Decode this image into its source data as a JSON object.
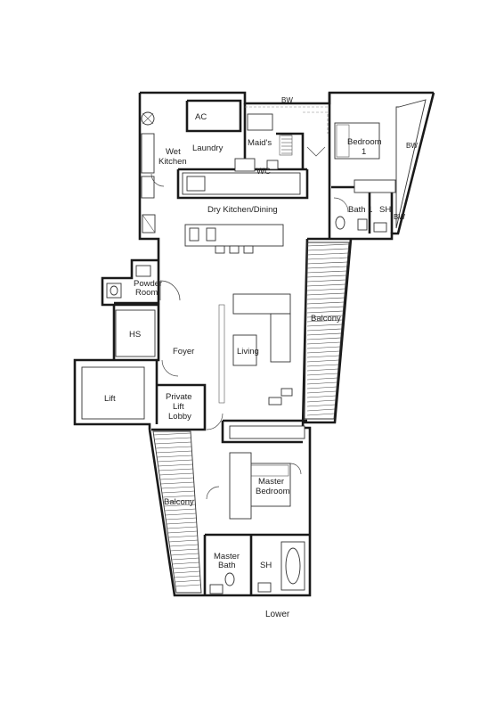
{
  "rooms": {
    "ac": "AC",
    "bw_top": "BW",
    "wet_kitchen_line1": "Wet",
    "wet_kitchen_line2": "Kitchen",
    "laundry": "Laundry",
    "maids": "Maid's",
    "wc": "WC",
    "bedroom1_line1": "Bedroom",
    "bedroom1_line2": "1",
    "bw_right": "BW",
    "dry_kitchen": "Dry Kitchen/Dining",
    "bath1": "Bath 1",
    "sh_bath1": "SH",
    "bw_bath1": "BW",
    "powder_line1": "Powder",
    "powder_line2": "Room",
    "hs": "HS",
    "balcony_right": "Balcony",
    "foyer": "Foyer",
    "living": "Living",
    "lift": "Lift",
    "private_lift_line1": "Private",
    "private_lift_line2": "Lift",
    "private_lift_line3": "Lobby",
    "master_bedroom_line1": "Master",
    "master_bedroom_line2": "Bedroom",
    "balcony_left": "Balcony",
    "master_bath_line1": "Master",
    "master_bath_line2": "Bath",
    "sh_master": "SH"
  },
  "caption": "Lower",
  "colors": {
    "wall": "#1a1a1a",
    "background": "#ffffff"
  }
}
